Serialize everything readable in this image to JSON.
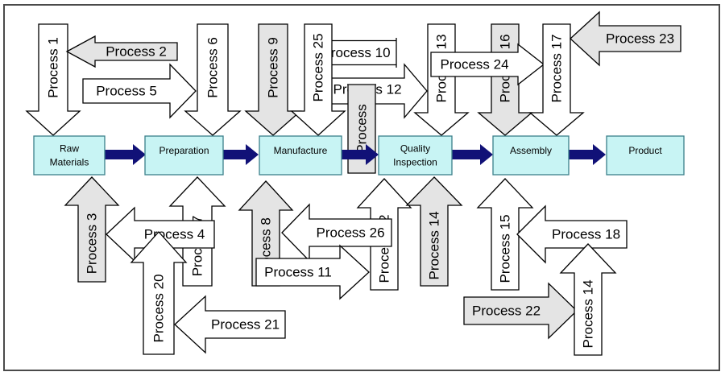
{
  "colors": {
    "arrow_white": "#ffffff",
    "arrow_gray": "#e4e4e4",
    "stage_fill": "#c8f4f4",
    "flow_arrow": "#111177"
  },
  "stages": [
    {
      "id": "raw-materials",
      "lines": [
        "Raw",
        "Materials"
      ]
    },
    {
      "id": "preparation",
      "lines": [
        "Preparation"
      ]
    },
    {
      "id": "manufacture",
      "lines": [
        "Manufacture"
      ]
    },
    {
      "id": "quality-inspection",
      "lines": [
        "Quality",
        "Inspection"
      ]
    },
    {
      "id": "assembly",
      "lines": [
        "Assembly"
      ]
    },
    {
      "id": "product",
      "lines": [
        "Product"
      ]
    }
  ],
  "process_arrows": [
    {
      "id": "p-10",
      "label": "Process 10",
      "direction": "right",
      "fill": "white"
    },
    {
      "id": "p-12a",
      "label": "Process 12",
      "direction": "right",
      "fill": "white"
    },
    {
      "id": "p-ocess",
      "label": "Process",
      "direction": "up",
      "fill": "gray"
    },
    {
      "id": "p-1",
      "label": "Process 1",
      "direction": "down",
      "fill": "white"
    },
    {
      "id": "p-5",
      "label": "Process 5",
      "direction": "right",
      "fill": "white"
    },
    {
      "id": "p-2",
      "label": "Process 2",
      "direction": "left",
      "fill": "gray"
    },
    {
      "id": "p-6",
      "label": "Process 6",
      "direction": "down",
      "fill": "white"
    },
    {
      "id": "p-9",
      "label": "Process 9",
      "direction": "down",
      "fill": "gray"
    },
    {
      "id": "p-25",
      "label": "Process 25",
      "direction": "down",
      "fill": "white"
    },
    {
      "id": "p-13",
      "label": "Process 13",
      "direction": "down",
      "fill": "white"
    },
    {
      "id": "p-16",
      "label": "Process 16",
      "direction": "down",
      "fill": "gray"
    },
    {
      "id": "p-24",
      "label": "Process 24",
      "direction": "right",
      "fill": "white"
    },
    {
      "id": "p-17",
      "label": "Process 17",
      "direction": "down",
      "fill": "white"
    },
    {
      "id": "p-23",
      "label": "Process 23",
      "direction": "left",
      "fill": "gray"
    },
    {
      "id": "p-3",
      "label": "Process 3",
      "direction": "up",
      "fill": "gray"
    },
    {
      "id": "p-7",
      "label": "Process 7",
      "direction": "up",
      "fill": "white"
    },
    {
      "id": "p-4",
      "label": "Process 4",
      "direction": "left",
      "fill": "white"
    },
    {
      "id": "p-20",
      "label": "Process 20",
      "direction": "up",
      "fill": "white"
    },
    {
      "id": "p-21",
      "label": "Process 21",
      "direction": "left",
      "fill": "white"
    },
    {
      "id": "p-8",
      "label": "Process 8",
      "direction": "up",
      "fill": "gray"
    },
    {
      "id": "p-12b",
      "label": "Process 12",
      "direction": "up",
      "fill": "white"
    },
    {
      "id": "p-26",
      "label": "Process 26",
      "direction": "left",
      "fill": "white"
    },
    {
      "id": "p-11",
      "label": "Process 11",
      "direction": "right",
      "fill": "white"
    },
    {
      "id": "p-14a",
      "label": "Process 14",
      "direction": "up",
      "fill": "gray"
    },
    {
      "id": "p-15",
      "label": "Process 15",
      "direction": "up",
      "fill": "white"
    },
    {
      "id": "p-18",
      "label": "Process 18",
      "direction": "left",
      "fill": "white"
    },
    {
      "id": "p-22",
      "label": "Process 22",
      "direction": "right",
      "fill": "gray"
    },
    {
      "id": "p-14b",
      "label": "Process 14",
      "direction": "up",
      "fill": "white"
    }
  ]
}
